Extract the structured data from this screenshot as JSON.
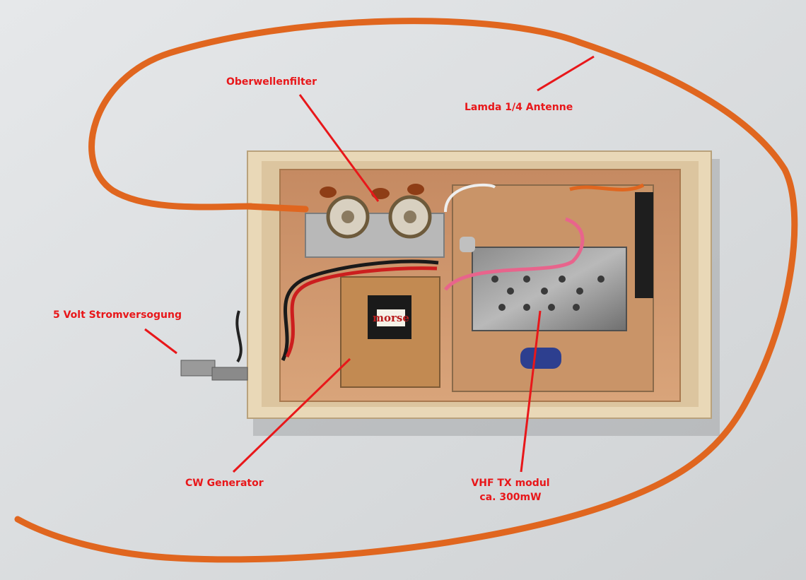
{
  "labels": {
    "filter": "Oberwellenfilter",
    "antenna": "Lamda 1/4 Antenne",
    "power": "5 Volt Stromversogung",
    "cw_generator": "CW Generator",
    "vhf_line1": "VHF TX modul",
    "vhf_line2": "ca. 300mW"
  },
  "chip_marking": "morse",
  "colors": {
    "label_text": "#e8171a",
    "wire_orange": "#e0661f",
    "wood_frame": "#e8d7b8",
    "wood_floor": "#c98a5f",
    "background": "#d8dadc"
  }
}
